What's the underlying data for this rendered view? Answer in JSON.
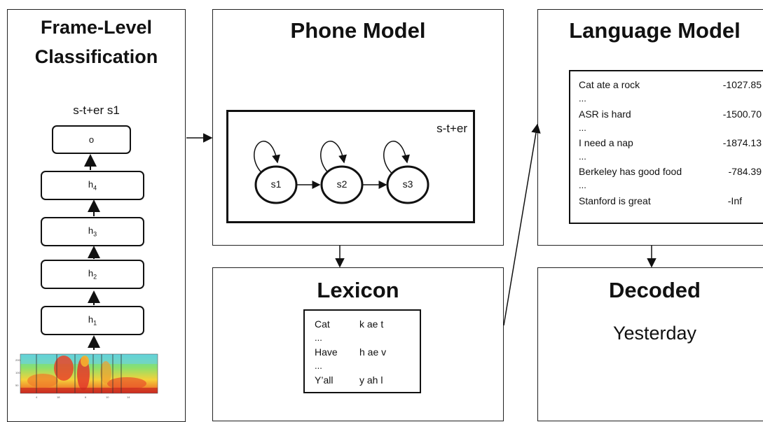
{
  "frame_level": {
    "title_line1": "Frame-Level",
    "title_line2": "Classification",
    "state_label": "s-t+er s1",
    "layers": {
      "output": "o",
      "h4": {
        "base": "h",
        "sub": "4"
      },
      "h3": {
        "base": "h",
        "sub": "3"
      },
      "h2": {
        "base": "h",
        "sub": "2"
      },
      "h1": {
        "base": "h",
        "sub": "1"
      }
    }
  },
  "phone_model": {
    "title": "Phone Model",
    "hmm_label": "s-t+er",
    "states": [
      "s1",
      "s2",
      "s3"
    ]
  },
  "lexicon": {
    "title": "Lexicon",
    "entries": [
      {
        "word": "Cat",
        "phones": "k ae t"
      },
      {
        "word": "Have",
        "phones": "h ae v"
      },
      {
        "word": "Y’all",
        "phones": "y ah l"
      }
    ],
    "ellipsis": "..."
  },
  "language_model": {
    "title": "Language Model",
    "entries": [
      {
        "sentence": "Cat ate a rock",
        "score": "-1027.85"
      },
      {
        "sentence": "ASR is hard",
        "score": "-1500.70"
      },
      {
        "sentence": "I need a nap",
        "score": "-1874.13"
      },
      {
        "sentence": "Berkeley has good food",
        "score": "-784.39"
      },
      {
        "sentence": "Stanford is great",
        "score": "-Inf"
      }
    ],
    "ellipsis": "..."
  },
  "decoded": {
    "title": "Decoded",
    "result": "Yesterday"
  },
  "colors": {
    "stroke": "#111111",
    "background": "#ffffff"
  }
}
